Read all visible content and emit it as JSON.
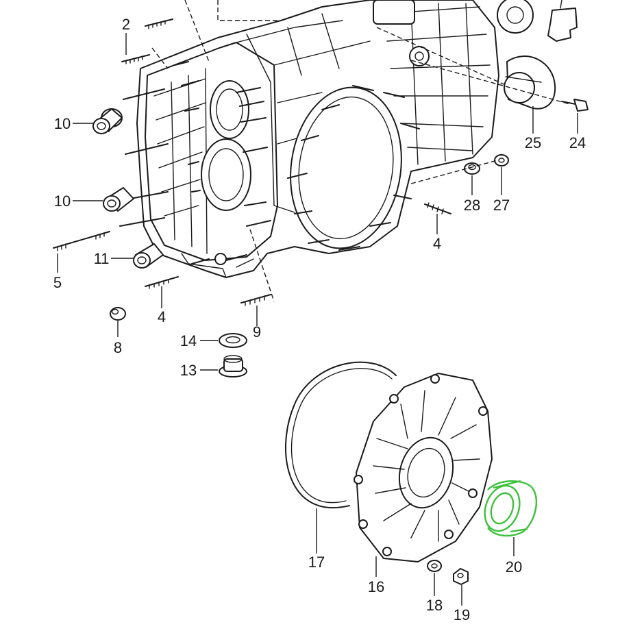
{
  "callouts": [
    {
      "id": "c2",
      "label": "2"
    },
    {
      "id": "c10a",
      "label": "10"
    },
    {
      "id": "c10b",
      "label": "10"
    },
    {
      "id": "c11",
      "label": "11"
    },
    {
      "id": "c5",
      "label": "5"
    },
    {
      "id": "c4a",
      "label": "4"
    },
    {
      "id": "c4b",
      "label": "4"
    },
    {
      "id": "c8",
      "label": "8"
    },
    {
      "id": "c9",
      "label": "9"
    },
    {
      "id": "c14",
      "label": "14"
    },
    {
      "id": "c13",
      "label": "13"
    },
    {
      "id": "c25",
      "label": "25"
    },
    {
      "id": "c24",
      "label": "24"
    },
    {
      "id": "c28",
      "label": "28"
    },
    {
      "id": "c27",
      "label": "27"
    },
    {
      "id": "c17",
      "label": "17"
    },
    {
      "id": "c16",
      "label": "16"
    },
    {
      "id": "c18",
      "label": "18"
    },
    {
      "id": "c19",
      "label": "19"
    },
    {
      "id": "c20",
      "label": "20"
    }
  ],
  "highlight": {
    "part": "20",
    "color": "#3cc13c"
  }
}
